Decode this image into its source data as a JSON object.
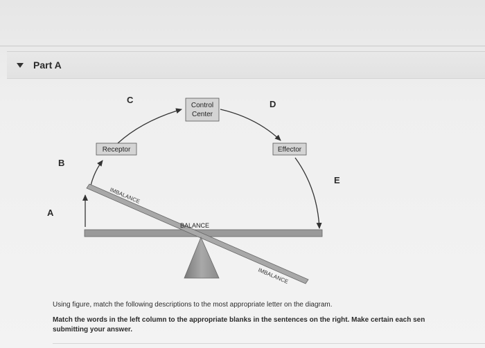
{
  "section": {
    "title": "Part A",
    "toggle_icon": "triangle-down-icon"
  },
  "diagram": {
    "letters": {
      "a": "A",
      "b": "B",
      "c": "C",
      "d": "D",
      "e": "E"
    },
    "boxes": {
      "receptor": "Receptor",
      "control_line1": "Control",
      "control_line2": "Center",
      "effector": "Effector"
    },
    "beam_labels": {
      "imbalance_left": "IMBALANCE",
      "balance": "BALANCE",
      "imbalance_right": "IMBALANCE"
    }
  },
  "instructions": {
    "line1": "Using figure, match the following descriptions to the most appropriate letter on the diagram.",
    "line2": "Match the words in the left column to the appropriate blanks in the sentences on the right. Make certain each sen",
    "line3": "submitting your answer."
  }
}
